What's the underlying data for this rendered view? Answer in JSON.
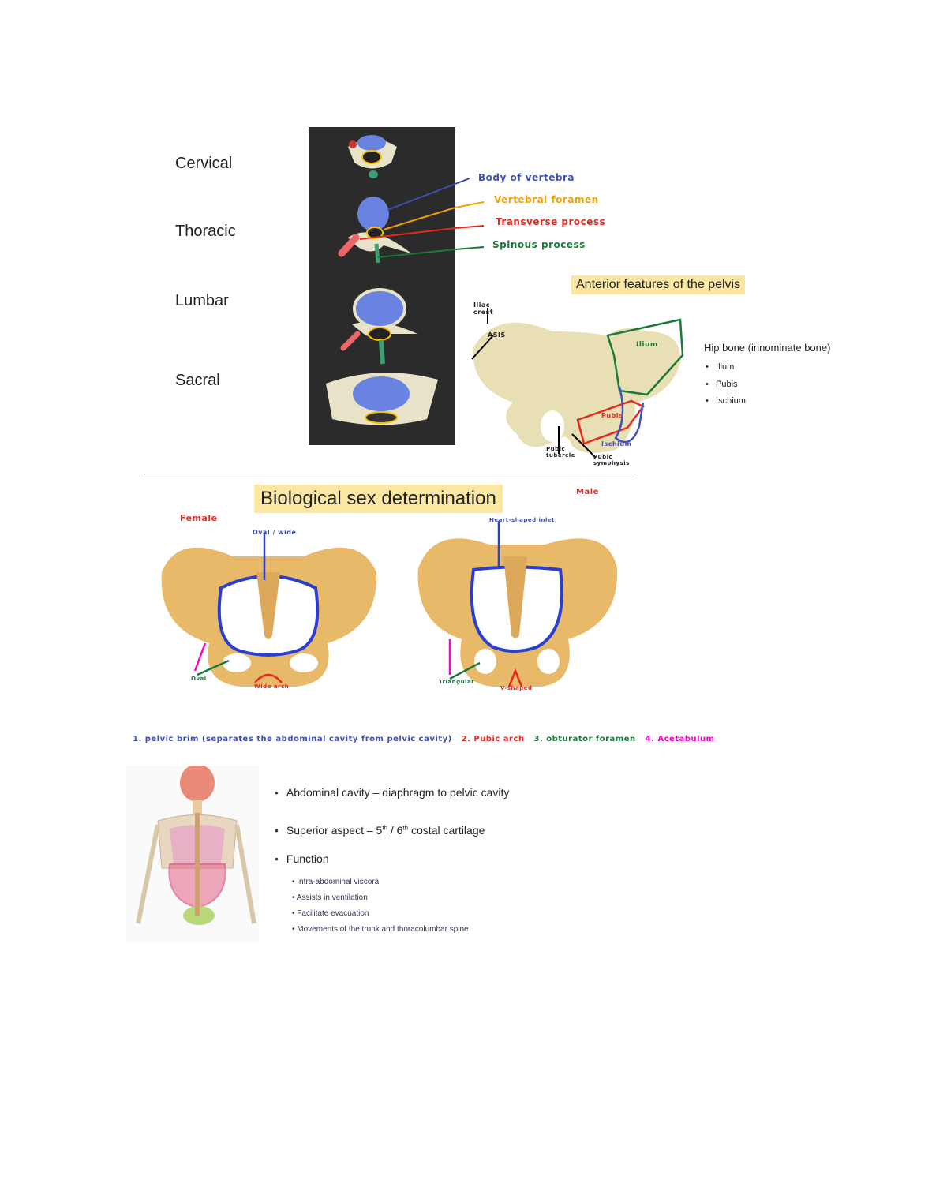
{
  "vertebrae": {
    "regions": [
      "Cervical",
      "Thoracic",
      "Lumbar",
      "Sacral"
    ],
    "annotations": [
      {
        "text": "Body of vertebra",
        "color": "#3f4fb0"
      },
      {
        "text": "Vertebral foramen",
        "color": "#f5a000"
      },
      {
        "text": "Transverse process",
        "color": "#e8281e"
      },
      {
        "text": "Spinous process",
        "color": "#1a7a3a"
      }
    ]
  },
  "pelvis_anterior": {
    "title": "Anterior features of the pelvis",
    "labels": {
      "iliac_crest": "Iliac crest",
      "asis": "ASIS",
      "ilium": "Ilium",
      "pubis": "Pubis",
      "ischium": "Ischium",
      "pubic_tubercle": "Pubic tubercle",
      "pubic_symphysis": "Pubic symphysis"
    },
    "hip_bone": {
      "heading": "Hip bone (innominate bone)",
      "items": [
        "Ilium",
        "Pubis",
        "Ischium"
      ]
    }
  },
  "sex_determination": {
    "title": "Biological sex determination",
    "female": "Female",
    "male": "Male",
    "female_inlet": "Oval / wide",
    "male_inlet": "Heart-shaped inlet",
    "female_arch": "Wide arch",
    "male_arch": "V-shaped",
    "female_foramen": "Oval",
    "male_foramen": "Triangular",
    "legend": [
      {
        "text": "1. pelvic brim (separates the abdominal cavity from pelvic cavity)",
        "color": "#3f4fb0"
      },
      {
        "text": "2. Pubic arch",
        "color": "#e8281e"
      },
      {
        "text": "3. obturator foramen",
        "color": "#1a7a3a"
      },
      {
        "text": "4. Acetabulum",
        "color": "#ff00cc"
      }
    ]
  },
  "abdomen": {
    "bullets": [
      "Abdominal cavity – diaphragm to pelvic cavity",
      "Superior aspect – 5th / 6th costal cartilage",
      "Function"
    ],
    "function_items": [
      "Intra-abdominal viscora",
      "Assists in ventilation",
      "Facilitate evacuation",
      "Movements of the trunk and thoracolumbar spine"
    ]
  }
}
